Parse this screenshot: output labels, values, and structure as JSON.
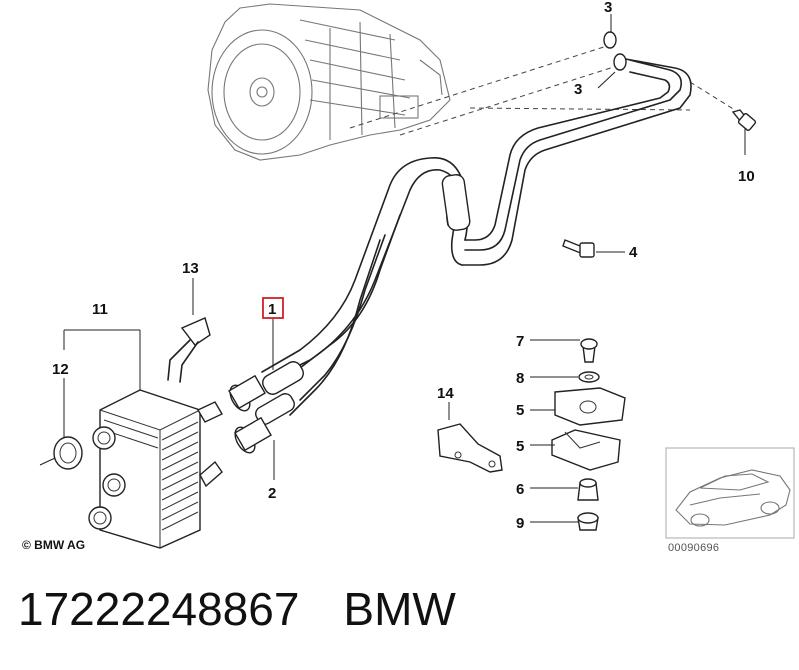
{
  "callouts": {
    "c1": "1",
    "c2": "2",
    "c3a": "3",
    "c3b": "3",
    "c4": "4",
    "c5a": "5",
    "c5b": "5",
    "c6": "6",
    "c7": "7",
    "c8": "8",
    "c9": "9",
    "c10": "10",
    "c11": "11",
    "c12": "12",
    "c13": "13",
    "c14": "14"
  },
  "highlight_color": "#d0202a",
  "copyright": "© BMW AG",
  "image_number": "00090696",
  "footer": {
    "part_number": "17222248867",
    "brand": "BMW"
  }
}
